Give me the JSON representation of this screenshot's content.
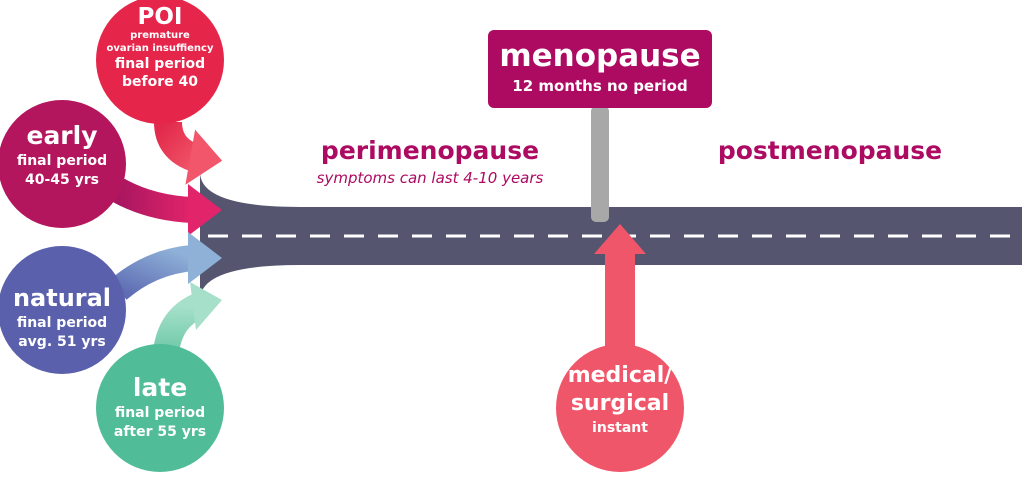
{
  "colors": {
    "road": "#555570",
    "dash": "#ffffff",
    "post": "#a8a8a8",
    "sign": "#ad0a62",
    "phase_text": "#ad0a62",
    "poi": "#e5264a",
    "early": "#b4165e",
    "natural": "#5b60ac",
    "natural_arrow": "#7f98ca",
    "late": "#50bc98",
    "late_arrow": "#8fd7bf",
    "medical": "#f0566a"
  },
  "sign": {
    "title": "menopause",
    "subtitle": "12 months no period"
  },
  "phases": {
    "peri": {
      "title": "perimenopause",
      "note": "symptoms can last 4-10 years"
    },
    "post": {
      "title": "postmenopause"
    }
  },
  "circles": {
    "poi": {
      "title": "POI",
      "sub1": "premature",
      "sub2": "ovarian insuffiency",
      "line1": "final period",
      "line2": "before 40"
    },
    "early": {
      "title": "early",
      "line1": "final period",
      "line2": "40-45 yrs"
    },
    "natural": {
      "title": "natural",
      "line1": "final period",
      "line2": "avg. 51 yrs"
    },
    "late": {
      "title": "late",
      "line1": "final period",
      "line2": "after 55 yrs"
    },
    "medical": {
      "title1": "medical/",
      "title2": "surgical",
      "line1": "instant"
    }
  }
}
